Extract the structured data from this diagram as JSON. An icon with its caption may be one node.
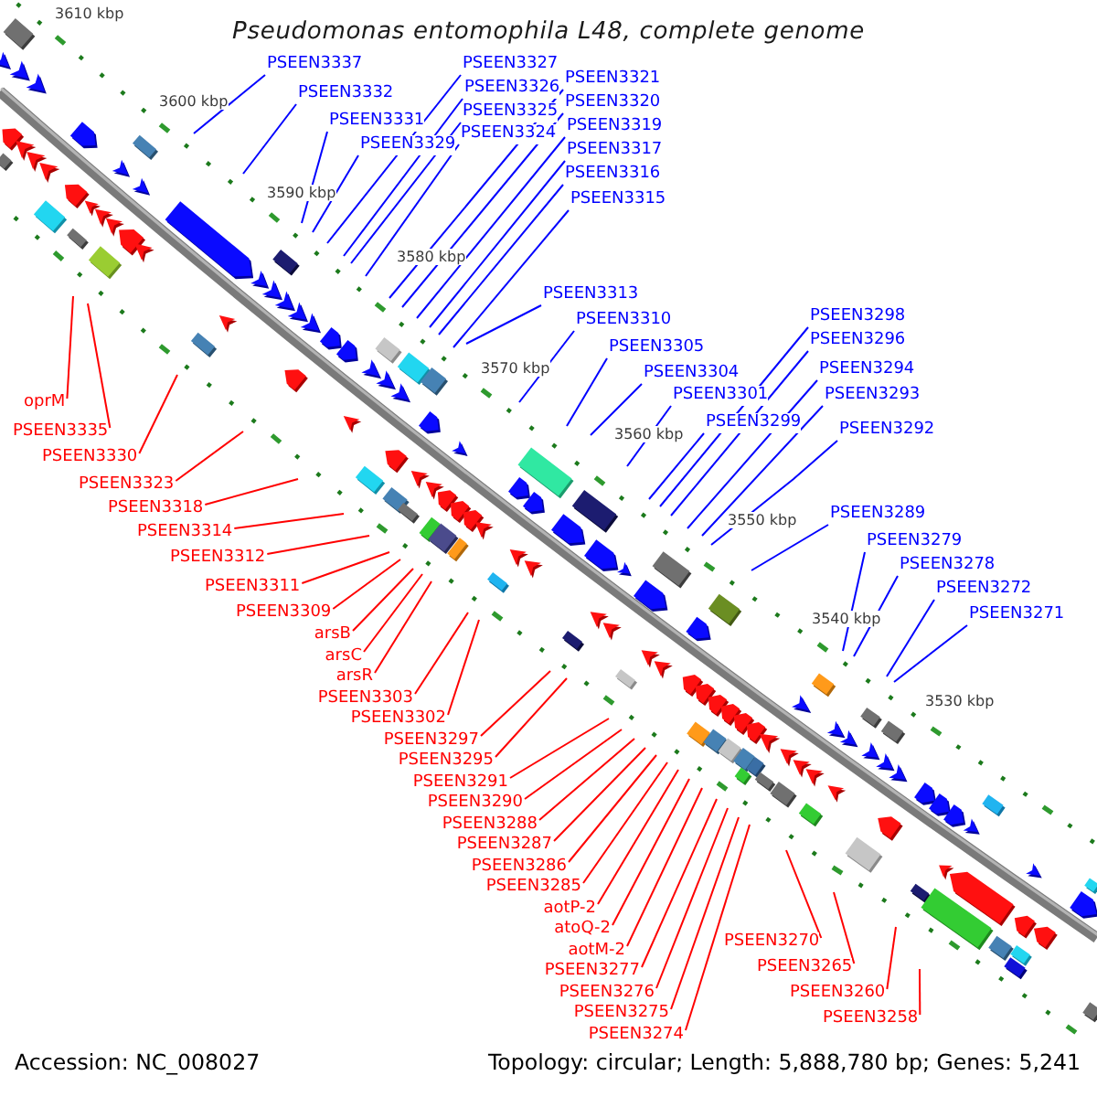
{
  "diagram": {
    "title": "Pseudomonas entomophila L48, complete genome",
    "nodes": [
      {
        "text": [
          "PSEEN3337"
        ]
      },
      {
        "text": [
          "PSEEN3332"
        ]
      },
      {
        "text": [
          "PSEEN3331"
        ]
      },
      {
        "text": [
          "PSEEN3329"
        ]
      },
      {
        "text": [
          "PSEEN3327"
        ]
      },
      {
        "text": [
          "PSEEN3326"
        ]
      },
      {
        "text": [
          "PSEEN3325"
        ]
      },
      {
        "text": [
          "PSEEN3324"
        ]
      },
      {
        "text": [
          "PSEEN3321"
        ]
      },
      {
        "text": [
          "PSEEN3320"
        ]
      },
      {
        "text": [
          "PSEEN3319"
        ]
      },
      {
        "text": [
          "PSEEN3317"
        ]
      },
      {
        "text": [
          "PSEEN3316"
        ]
      },
      {
        "text": [
          "PSEEN3315"
        ]
      },
      {
        "text": [
          "PSEEN3313"
        ]
      },
      {
        "text": [
          "PSEEN3310"
        ]
      },
      {
        "text": [
          "PSEEN3305"
        ]
      },
      {
        "text": [
          "PSEEN3304"
        ]
      },
      {
        "text": [
          "PSEEN3301"
        ]
      },
      {
        "text": [
          "PSEEN3299"
        ]
      },
      {
        "text": [
          "PSEEN3298"
        ]
      },
      {
        "text": [
          "PSEEN3296"
        ]
      },
      {
        "text": [
          "PSEEN3294"
        ]
      },
      {
        "text": [
          "PSEEN3293"
        ]
      },
      {
        "text": [
          "PSEEN3292"
        ]
      },
      {
        "text": [
          "PSEEN3289"
        ]
      },
      {
        "text": [
          "PSEEN3279"
        ]
      },
      {
        "text": [
          "PSEEN3278"
        ]
      },
      {
        "text": [
          "PSEEN3271"
        ]
      },
      {
        "text": [
          "PSEEN3272"
        ]
      },
      {
        "text": [
          "oprM"
        ]
      },
      {
        "text": [
          "PSEEN3335"
        ]
      },
      {
        "text": [
          "PSEEN3330"
        ]
      },
      {
        "text": [
          "PSEEN3323"
        ]
      },
      {
        "text": [
          "PSEEN3318"
        ]
      },
      {
        "text": [
          "PSEEN3314"
        ]
      },
      {
        "text": [
          "PSEEN3312"
        ]
      },
      {
        "text": [
          "PSEEN3311"
        ]
      },
      {
        "text": [
          "PSEEN3309"
        ]
      },
      {
        "text": [
          "arsB"
        ]
      },
      {
        "text": [
          "PSEEN3303"
        ]
      },
      {
        "text": [
          "arsC"
        ]
      },
      {
        "text": [
          "arsR"
        ]
      },
      {
        "text": [
          "PSEEN3302"
        ]
      },
      {
        "text": [
          "PSEEN3297"
        ]
      },
      {
        "text": [
          "PSEEN3295"
        ]
      },
      {
        "text": [
          "PSEEN3291"
        ]
      },
      {
        "text": [
          "PSEEN3288"
        ]
      },
      {
        "text": [
          "PSEEN3287"
        ]
      },
      {
        "text": [
          "PSEEN3290"
        ]
      },
      {
        "text": [
          "aotP-2"
        ]
      },
      {
        "text": [
          "atoQ-2"
        ]
      },
      {
        "text": [
          "PSEEN3285"
        ]
      },
      {
        "text": [
          "PSEEN3275"
        ]
      },
      {
        "text": [
          "PSEEN3286"
        ]
      },
      {
        "text": [
          "PSEEN3276"
        ]
      },
      {
        "text": [
          "PSEEN3270"
        ]
      },
      {
        "text": [
          "aotM-2"
        ]
      },
      {
        "text": [
          "PSEEN3265"
        ]
      },
      {
        "text": [
          "PSEEN3274"
        ]
      },
      {
        "text": [
          "PSEEN3260"
        ]
      },
      {
        "text": [
          "PSEEN3277"
        ]
      },
      {
        "text": [
          "PSEEN3258"
        ]
      }
    ],
    "edges": [
      {
        "from": 0,
        "to": null,
        "arrow": "none",
        "color": "#0000ff"
      },
      {
        "from": 1,
        "to": null,
        "arrow": "none",
        "color": "#0000ff"
      },
      {
        "from": 2,
        "to": null,
        "arrow": "none",
        "color": "#0000ff"
      },
      {
        "from": 3,
        "to": null,
        "arrow": "none",
        "color": "#0000ff"
      },
      {
        "from": 4,
        "to": null,
        "arrow": "none",
        "color": "#0000ff"
      },
      {
        "from": 5,
        "to": null,
        "arrow": "none",
        "color": "#0000ff"
      },
      {
        "from": 6,
        "to": null,
        "arrow": "none",
        "color": "#0000ff"
      },
      {
        "from": 7,
        "to": null,
        "arrow": "none",
        "color": "#0000ff"
      },
      {
        "from": 8,
        "to": null,
        "arrow": "none",
        "color": "#0000ff"
      },
      {
        "from": 9,
        "to": null,
        "arrow": "none",
        "color": "#0000ff"
      },
      {
        "from": 10,
        "to": null,
        "arrow": "none",
        "color": "#0000ff"
      },
      {
        "from": 11,
        "to": null,
        "arrow": "none",
        "color": "#0000ff"
      },
      {
        "from": 12,
        "to": null,
        "arrow": "none",
        "color": "#0000ff"
      },
      {
        "from": 13,
        "to": null,
        "arrow": "none",
        "color": "#0000ff"
      },
      {
        "from": 14,
        "to": null,
        "arrow": "none",
        "color": "#0000ff"
      },
      {
        "from": 15,
        "to": null,
        "arrow": "none",
        "color": "#0000ff"
      },
      {
        "from": 16,
        "to": null,
        "arrow": "none",
        "color": "#0000ff"
      },
      {
        "from": 17,
        "to": null,
        "arrow": "none",
        "color": "#0000ff"
      },
      {
        "from": 18,
        "to": null,
        "arrow": "none",
        "color": "#0000ff"
      },
      {
        "from": 19,
        "to": null,
        "arrow": "none",
        "color": "#0000ff"
      },
      {
        "from": 20,
        "to": null,
        "arrow": "none",
        "color": "#0000ff"
      },
      {
        "from": 21,
        "to": null,
        "arrow": "none",
        "color": "#0000ff"
      },
      {
        "from": 22,
        "to": null,
        "arrow": "none",
        "color": "#0000ff"
      },
      {
        "from": 23,
        "to": null,
        "arrow": "none",
        "color": "#0000ff"
      },
      {
        "from": 24,
        "to": null,
        "arrow": "none",
        "color": "#0000ff"
      },
      {
        "from": 25,
        "to": null,
        "arrow": "none",
        "color": "#0000ff"
      },
      {
        "from": 26,
        "to": null,
        "arrow": "none",
        "color": "#0000ff"
      },
      {
        "from": 27,
        "to": null,
        "arrow": "none",
        "color": "#0000ff"
      },
      {
        "from": 28,
        "to": null,
        "arrow": "none",
        "color": "#0000ff"
      },
      {
        "from": 29,
        "to": null,
        "arrow": "none",
        "color": "#0000ff"
      },
      {
        "from": 30,
        "to": null,
        "arrow": "none"
      },
      {
        "from": 31,
        "to": null,
        "arrow": "none"
      },
      {
        "from": 32,
        "to": null,
        "arrow": "none"
      },
      {
        "from": 33,
        "to": null,
        "arrow": "none"
      },
      {
        "from": 34,
        "to": null,
        "arrow": "none"
      },
      {
        "from": 35,
        "to": null,
        "arrow": "none"
      },
      {
        "from": 36,
        "to": null,
        "arrow": "none"
      },
      {
        "from": 37,
        "to": null,
        "arrow": "none"
      },
      {
        "from": 38,
        "to": null,
        "arrow": "none"
      },
      {
        "from": 39,
        "to": null,
        "arrow": "none"
      },
      {
        "from": 40,
        "to": null,
        "arrow": "none"
      },
      {
        "from": 41,
        "to": null,
        "arrow": "none"
      },
      {
        "from": 42,
        "to": null,
        "arrow": "none"
      },
      {
        "from": 43,
        "to": null,
        "arrow": "none"
      },
      {
        "from": 44,
        "to": null,
        "arrow": "none"
      },
      {
        "from": 45,
        "to": null,
        "arrow": "none"
      },
      {
        "from": 46,
        "to": null,
        "arrow": "none"
      },
      {
        "from": 47,
        "to": null,
        "arrow": "none"
      },
      {
        "from": 48,
        "to": null,
        "arrow": "none"
      },
      {
        "from": 49,
        "to": null,
        "arrow": "none"
      },
      {
        "from": 50,
        "to": null,
        "arrow": "none"
      },
      {
        "from": 51,
        "to": null,
        "arrow": "none"
      },
      {
        "from": 52,
        "to": null,
        "arrow": "none"
      },
      {
        "from": 53,
        "to": null,
        "arrow": "none"
      },
      {
        "from": 54,
        "to": null,
        "arrow": "none"
      },
      {
        "from": 55,
        "to": null,
        "arrow": "none"
      },
      {
        "from": 56,
        "to": null,
        "arrow": "none"
      },
      {
        "from": 57,
        "to": null,
        "arrow": "none"
      },
      {
        "from": 58,
        "to": null,
        "arrow": "none"
      },
      {
        "from": 59,
        "to": null,
        "arrow": "none"
      },
      {
        "from": 60,
        "to": null,
        "arrow": "none"
      },
      {
        "from": 61,
        "to": null,
        "arrow": "none"
      },
      {
        "from": 62,
        "to": null,
        "arrow": "none"
      }
    ],
    "labels": [
      "3610 kbp",
      "3600 kbp",
      "3590 kbp",
      "3580 kbp",
      "3570 kbp",
      "3560 kbp",
      "3550 kbp",
      "3540 kbp",
      "3530 kbp",
      "Accession: NC_008027",
      "Topology: circular; Length: 5,888,780 bp; Genes: 5,241"
    ]
  }
}
